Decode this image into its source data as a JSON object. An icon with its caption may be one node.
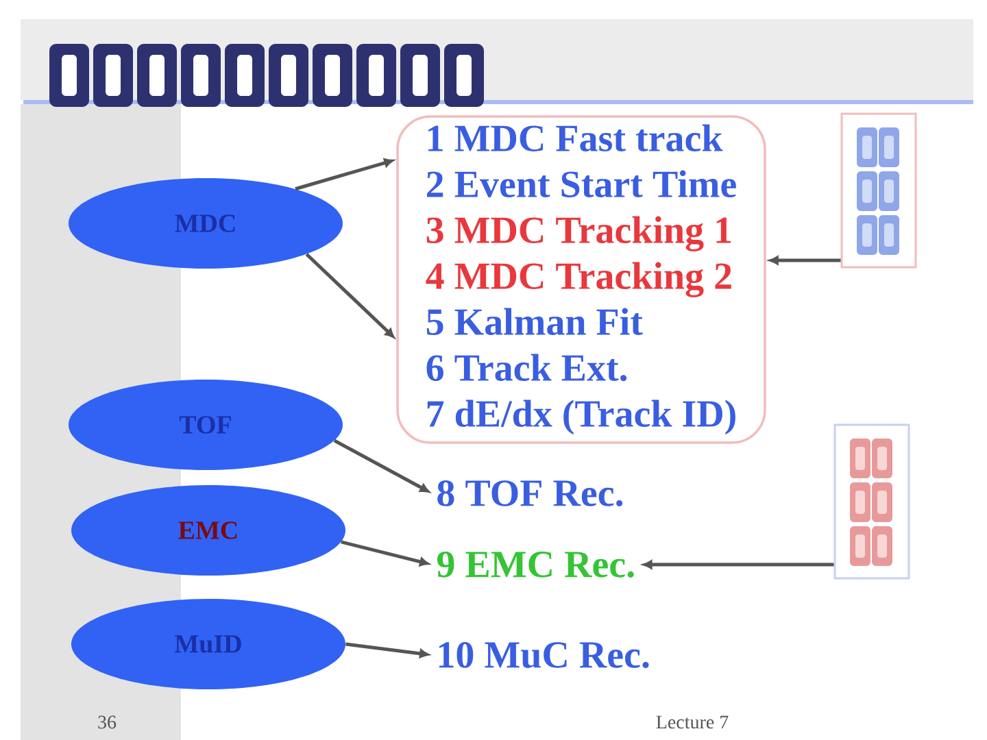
{
  "diagram": {
    "nodes": [
      {
        "text": [
          "MDC"
        ]
      },
      {
        "text": [
          "1 MDC Fast track",
          "2 Event Start Time",
          "3 MDC Tracking 1",
          "4 MDC Tracking 2",
          "5 Kalman Fit",
          "6 Track Ext.",
          "7 dE/dx (Track ID)"
        ]
      },
      {
        "text": [],
        "shape": "box"
      },
      {
        "text": [
          "TOF"
        ]
      },
      {
        "text": [
          "8 TOF Rec."
        ]
      },
      {
        "text": [
          "EMC"
        ]
      },
      {
        "text": [
          "9 EMC Rec."
        ]
      },
      {
        "text": [],
        "shape": "box"
      },
      {
        "text": [
          "MuID"
        ]
      },
      {
        "text": [
          "10 MuC Rec."
        ]
      }
    ],
    "edges": [
      {
        "from": 0,
        "to": 1,
        "arrow": "to"
      },
      {
        "from": 0,
        "to": 1,
        "arrow": "to"
      },
      {
        "from": 2,
        "to": 1,
        "arrow": "to"
      },
      {
        "from": 3,
        "to": 4,
        "arrow": "to"
      },
      {
        "from": 5,
        "to": 6,
        "arrow": "to"
      },
      {
        "from": 7,
        "to": 6,
        "arrow": "to"
      },
      {
        "from": 8,
        "to": 9,
        "arrow": "to"
      }
    ],
    "labels": [
      "36",
      "Lecture 7"
    ]
  }
}
